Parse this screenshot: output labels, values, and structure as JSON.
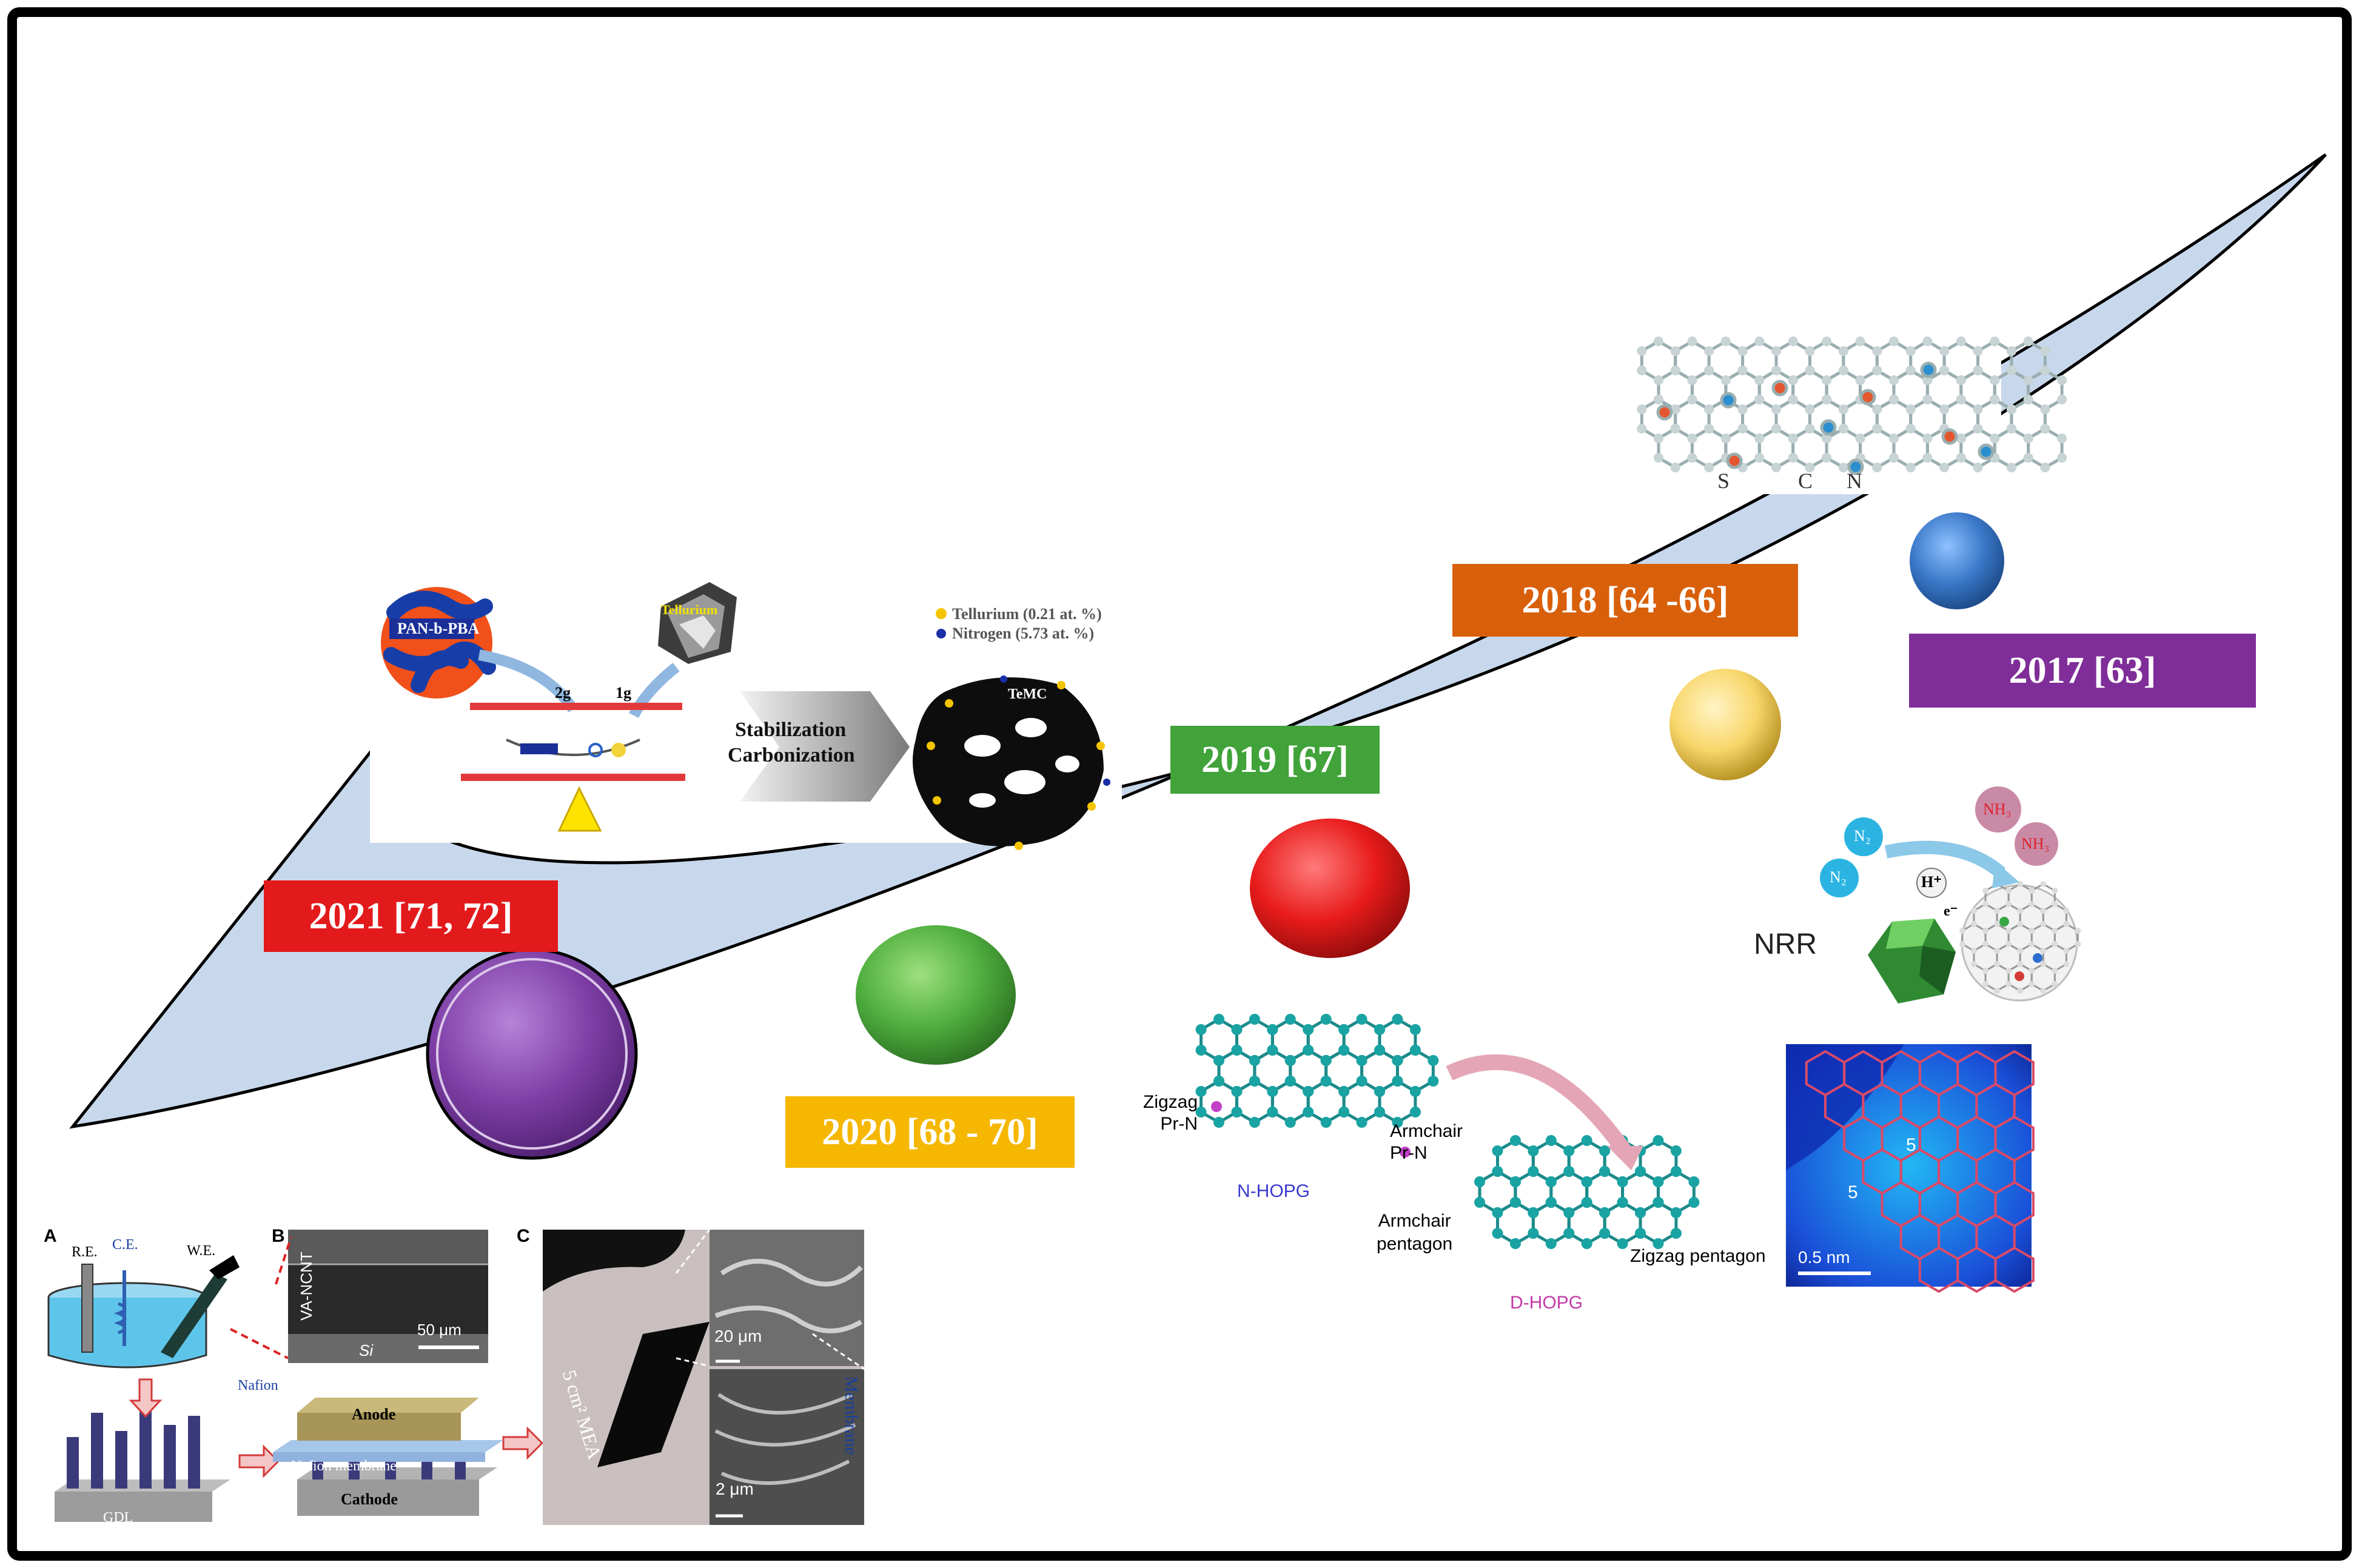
{
  "milestones": [
    {
      "label": "2021 [71, 72]",
      "color": "#e31a1c",
      "bubble": "#7e3fa6"
    },
    {
      "label": "2020 [68 - 70]",
      "color": "#f5b700",
      "bubble": "#5cb84a"
    },
    {
      "label": "2019 [67]",
      "color": "#41a33a",
      "bubble": "#e81b1b"
    },
    {
      "label": "2018 [64 -66]",
      "color": "#d9600b",
      "bubble": "#f8d66a"
    },
    {
      "label": "2017 [63]",
      "color": "#7f2e99",
      "bubble": "#3a78c8"
    }
  ],
  "colors": {
    "frame": "#000000",
    "band": "#c8d8ec",
    "band_edge": "#000000"
  },
  "inset_2021_top": {
    "block": "PAN-b-PBA",
    "tellurium": "Tellurium",
    "mass_left": "2g",
    "mass_right": "1g",
    "arrow_line1": "Stabilization",
    "arrow_line2": "Carbonization",
    "product": "TeMC",
    "legend_te": "Tellurium (0.21 at. %)",
    "legend_n": "Nitrogen (5.73 at. %)"
  },
  "inset_2021_bottom": {
    "panel_a": "A",
    "panel_b": "B",
    "panel_c": "C",
    "re": "R.E.",
    "ce": "C.E.",
    "we": "W.E.",
    "vancnt": "VA-NCNT",
    "si": "Si",
    "scale_b": "50 μm",
    "nafion": "Nafion",
    "gdl": "GDL",
    "anode": "Anode",
    "membrane": "Nafion membrane",
    "cathode": "Cathode",
    "mea": "5 cm² MEA",
    "scale_c1": "20 μm",
    "scale_c2": "2 μm",
    "membrane_side": "Membrane"
  },
  "inset_2019": {
    "zigzag_prn": "Zigzag\nPr-N",
    "armchair_prn": "Armchair\nPr-N",
    "nhopg": "N-HOPG",
    "armchair_pent": "Armchair\npentagon",
    "zigzag_pent": "Zigzag pentagon",
    "dhopg": "D-HOPG",
    "five_a": "5",
    "five_b": "5",
    "scale": "0.5 nm"
  },
  "inset_2018": {
    "nrr": "NRR",
    "n2a": "N₂",
    "n2b": "N₂",
    "h": "H⁺",
    "nh3a": "NH₃",
    "nh3b": "NH₃",
    "e": "e⁻"
  },
  "inset_2017": {
    "s": "S",
    "c": "C",
    "n": "N"
  }
}
